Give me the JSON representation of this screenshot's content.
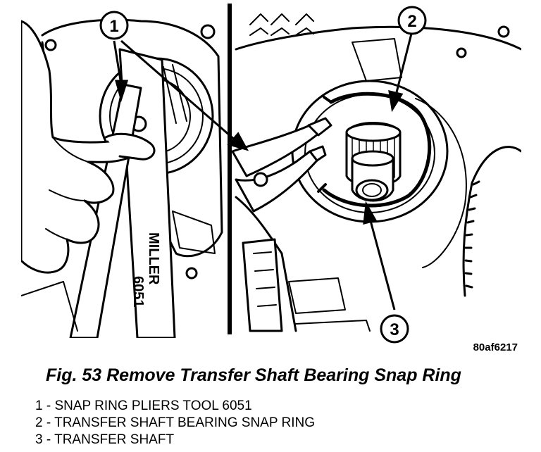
{
  "figure": {
    "callouts": [
      "1",
      "2",
      "3"
    ],
    "tool_label_line1": "MILLER",
    "tool_label_line2": "6051",
    "image_code": "80af6217"
  },
  "caption": "Fig. 53 Remove Transfer Shaft Bearing Snap Ring",
  "legend": [
    "1 - SNAP RING PLIERS TOOL 6051",
    "2 - TRANSFER SHAFT BEARING SNAP RING",
    "3 - TRANSFER SHAFT"
  ]
}
